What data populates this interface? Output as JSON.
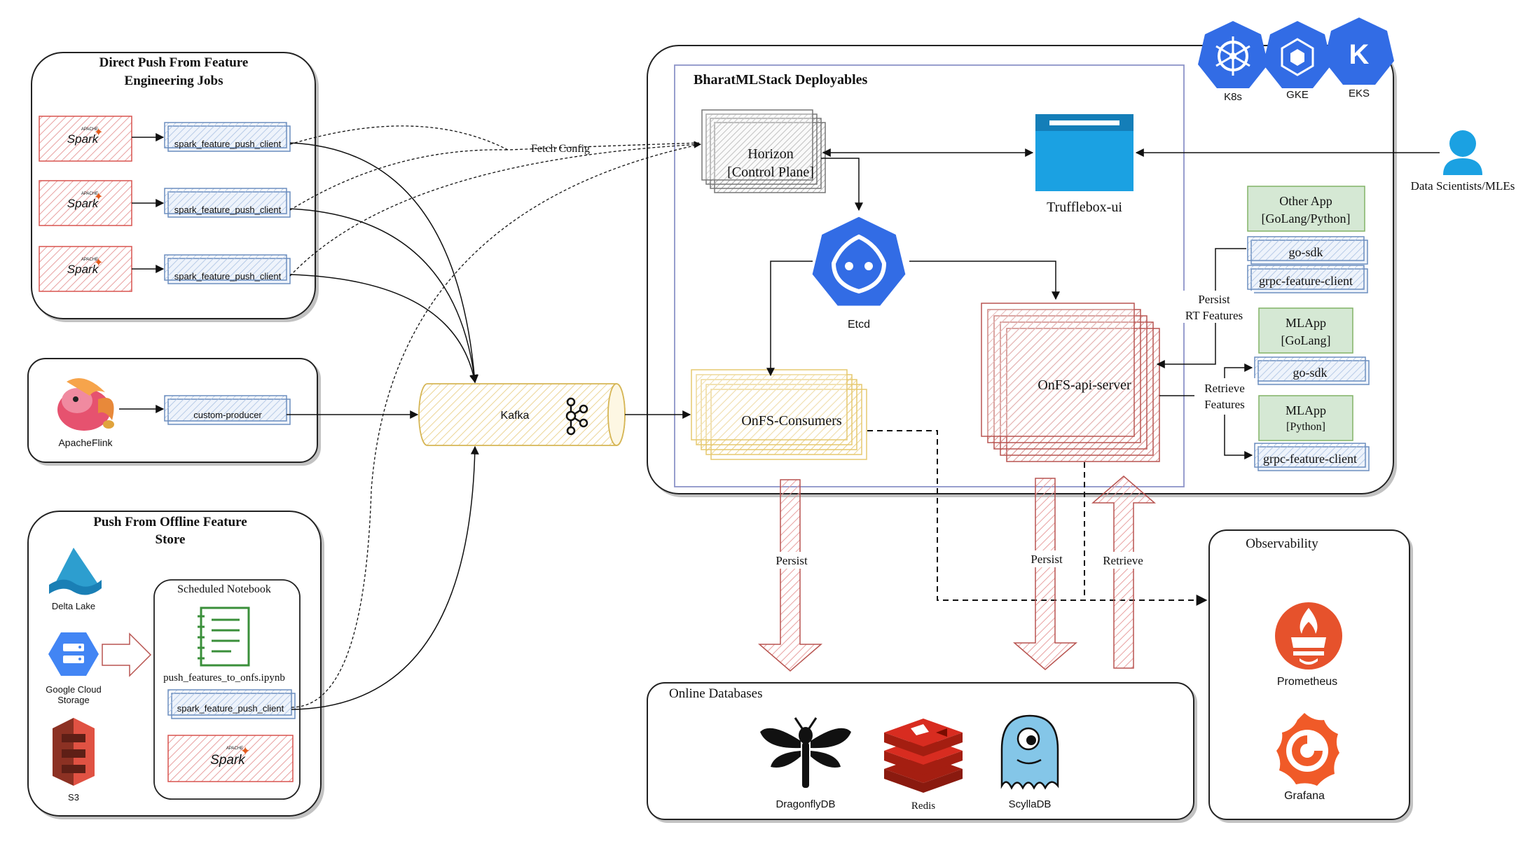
{
  "groups": {
    "direct_push": {
      "title_line1": "Direct Push From Feature",
      "title_line2": "Engineering Jobs"
    },
    "offline_push": {
      "title_line1": "Push From Offline Feature",
      "title_line2": "Store"
    },
    "deployables": {
      "title": "BharatMLStack Deployables"
    },
    "online_db": {
      "title": "Online Databases"
    },
    "observability": {
      "title": "Observability"
    },
    "scheduled_notebook": {
      "title": "Scheduled Notebook"
    }
  },
  "nodes": {
    "spark_logo_text": "Spark",
    "spark_logo_super": "APACHE",
    "spark_client": "spark_feature_push_client",
    "custom_producer": "custom-producer",
    "apache_flink": "ApacheFlink",
    "kafka": "Kafka",
    "delta_lake": "Delta Lake",
    "gcs_line1": "Google Cloud",
    "gcs_line2": "Storage",
    "s3": "S3",
    "notebook_file": "push_features_to_onfs.ipynb",
    "horizon_line1": "Horizon",
    "horizon_line2": "[Control Plane]",
    "trufflebox": "Trufflebox-ui",
    "etcd": "Etcd",
    "onfs_consumers": "OnFS-Consumers",
    "onfs_api_server": "OnFS-api-server",
    "other_app_line1": "Other App",
    "other_app_line2": "[GoLang/Python]",
    "go_sdk": "go-sdk",
    "grpc_client": "grpc-feature-client",
    "mlapp_go_line1": "MLApp",
    "mlapp_go_line2": "[GoLang]",
    "mlapp_py_line1": "MLApp",
    "mlapp_py_line2": "[Python]",
    "data_scientists": "Data Scientists/MLEs",
    "k8s": "K8s",
    "gke": "GKE",
    "eks": "EKS",
    "dragonfly": "DragonflyDB",
    "redis": "Redis",
    "scylla": "ScyllaDB",
    "prometheus": "Prometheus",
    "grafana": "Grafana"
  },
  "edge_labels": {
    "fetch_config": "Fetch Config",
    "persist_rt_line1": "Persist",
    "persist_rt_line2": "RT Features",
    "retrieve_features_line1": "Retrieve",
    "retrieve_features_line2": "Features",
    "persist": "Persist",
    "retrieve": "Retrieve"
  },
  "colors": {
    "spark_red": "#d9534f",
    "client_blue": "#6c8ebf",
    "kafka_gold": "#d6b656",
    "consumer_gold": "#e6c86e",
    "onfs_red": "#b85450",
    "green_fill": "#d5e8d4",
    "green_stroke": "#82b366",
    "k8s_blue": "#326ce5",
    "trufflebox_blue": "#1ba1e2",
    "prometheus_orange": "#e6522c",
    "grafana_orange": "#f05a28"
  }
}
